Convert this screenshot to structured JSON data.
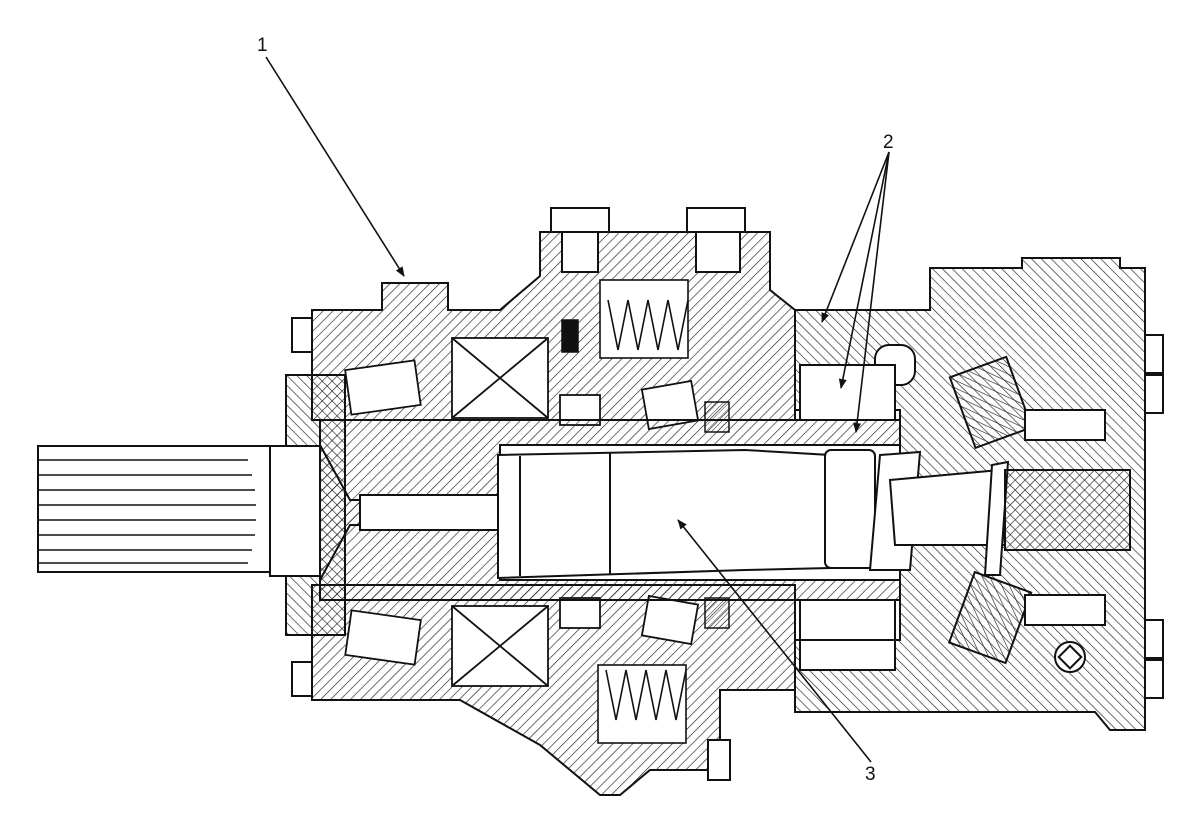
{
  "callouts": [
    {
      "id": "1",
      "label": "1"
    },
    {
      "id": "2",
      "label": "2"
    },
    {
      "id": "3",
      "label": "3"
    }
  ],
  "colors": {
    "line": "#111111",
    "hatch": "#222222",
    "background": "#ffffff"
  }
}
